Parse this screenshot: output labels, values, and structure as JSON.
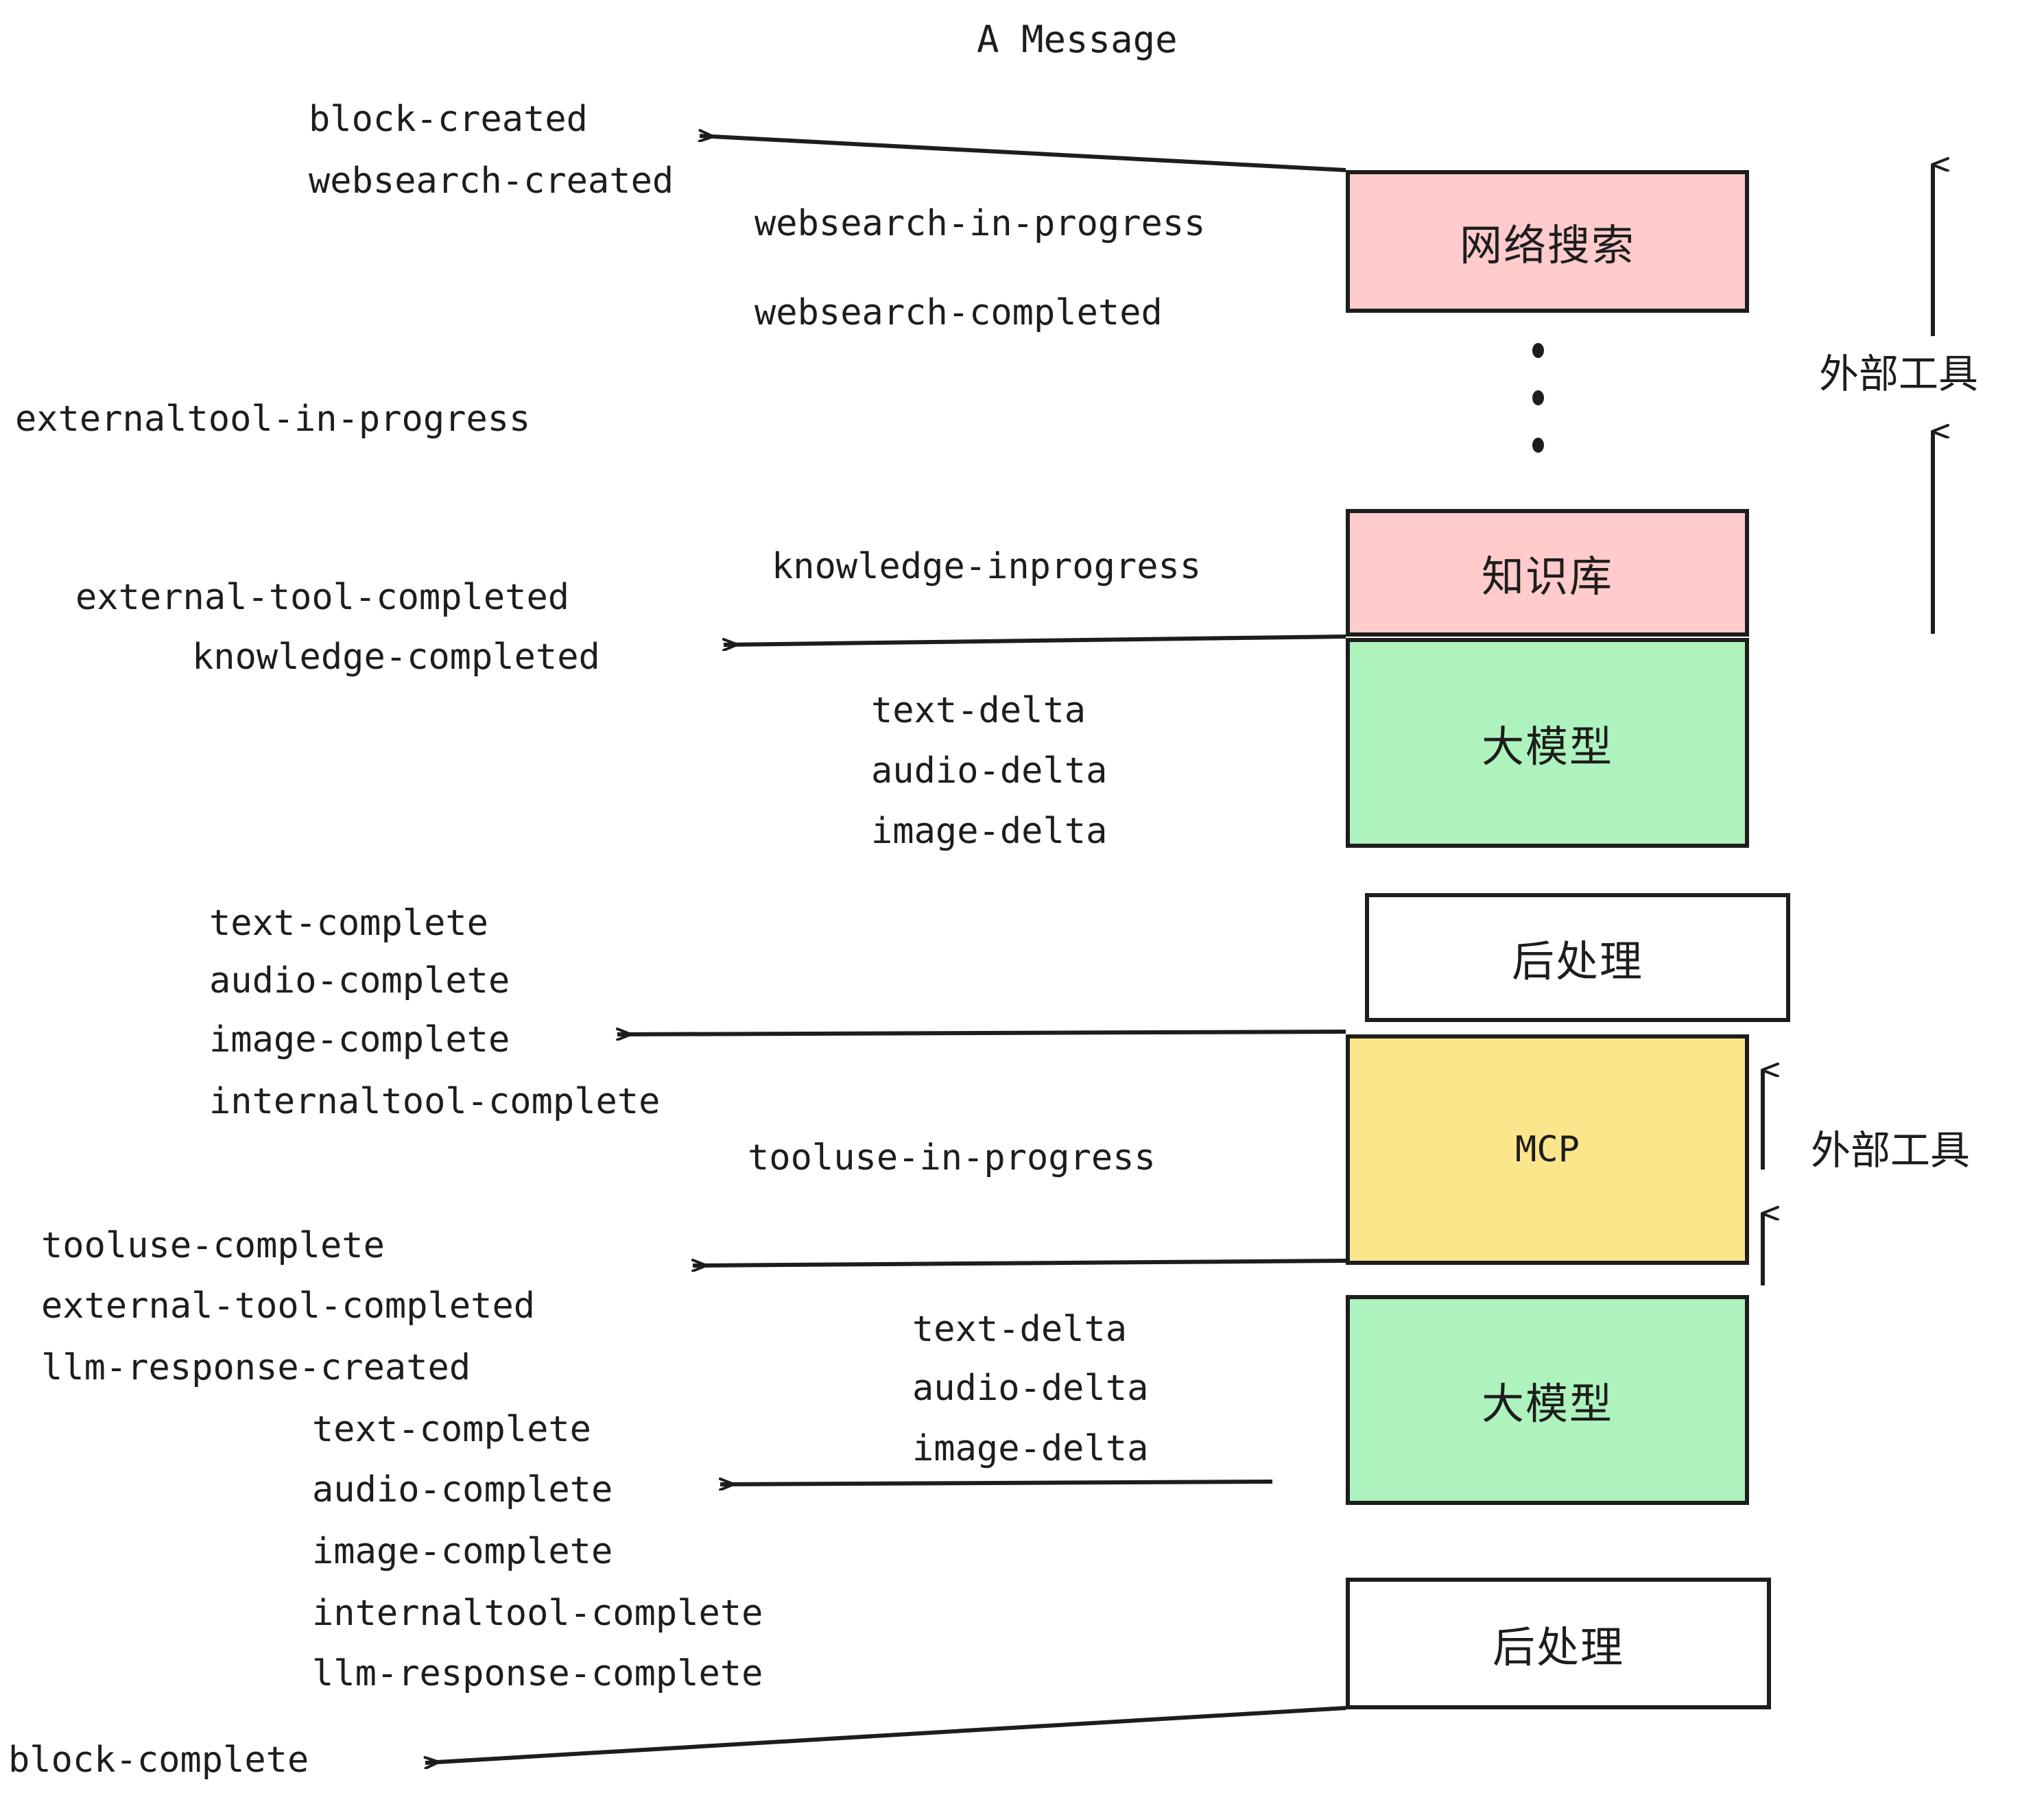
{
  "title": "A Message",
  "colors": {
    "pink": "#FFCBCB",
    "green": "#AEF2BD",
    "yellow": "#FBE68C",
    "white": "#FFFFFF",
    "stroke": "#1d1d1d",
    "text": "#1d1d1d"
  },
  "nodes": [
    {
      "id": "websearch",
      "label": "网络搜索",
      "fill": "#FFCBCB",
      "latin": false
    },
    {
      "id": "knowledge",
      "label": "知识库",
      "fill": "#FFCBCB",
      "latin": false
    },
    {
      "id": "llm-1",
      "label": "大模型",
      "fill": "#AEF2BD",
      "latin": false
    },
    {
      "id": "postprocess-1",
      "label": "后处理",
      "fill": "#FFFFFF",
      "latin": false
    },
    {
      "id": "mcp",
      "label": "MCP",
      "fill": "#FBE68C",
      "latin": true
    },
    {
      "id": "llm-2",
      "label": "大模型",
      "fill": "#AEF2BD",
      "latin": false
    },
    {
      "id": "postprocess-2",
      "label": "后处理",
      "fill": "#FFFFFF",
      "latin": false
    }
  ],
  "side_labels": [
    {
      "id": "external-tools-top",
      "text": "外部工具"
    },
    {
      "id": "external-tools-bottom",
      "text": "外部工具"
    }
  ],
  "events": [
    {
      "id": "block-created",
      "text": "block-created"
    },
    {
      "id": "websearch-created",
      "text": "websearch-created"
    },
    {
      "id": "websearch-in-progress",
      "text": "websearch-in-progress"
    },
    {
      "id": "websearch-completed",
      "text": "websearch-completed"
    },
    {
      "id": "externaltool-in-progress",
      "text": "externaltool-in-progress"
    },
    {
      "id": "knowledge-inprogress",
      "text": "knowledge-inprogress"
    },
    {
      "id": "external-tool-completed-1",
      "text": "external-tool-completed"
    },
    {
      "id": "knowledge-completed",
      "text": "knowledge-completed"
    },
    {
      "id": "text-delta-1",
      "text": "text-delta"
    },
    {
      "id": "audio-delta-1",
      "text": "audio-delta"
    },
    {
      "id": "image-delta-1",
      "text": "image-delta"
    },
    {
      "id": "text-complete-1",
      "text": "text-complete"
    },
    {
      "id": "audio-complete-1",
      "text": "audio-complete"
    },
    {
      "id": "image-complete-1",
      "text": "image-complete"
    },
    {
      "id": "internaltool-complete-1",
      "text": "internaltool-complete"
    },
    {
      "id": "tooluse-in-progress",
      "text": "tooluse-in-progress"
    },
    {
      "id": "tooluse-complete",
      "text": "tooluse-complete"
    },
    {
      "id": "external-tool-completed-2",
      "text": "external-tool-completed"
    },
    {
      "id": "llm-response-created",
      "text": "llm-response-created"
    },
    {
      "id": "text-delta-2",
      "text": "text-delta"
    },
    {
      "id": "audio-delta-2",
      "text": "audio-delta"
    },
    {
      "id": "image-delta-2",
      "text": "image-delta"
    },
    {
      "id": "text-complete-2",
      "text": "text-complete"
    },
    {
      "id": "audio-complete-2",
      "text": "audio-complete"
    },
    {
      "id": "image-complete-2",
      "text": "image-complete"
    },
    {
      "id": "internaltool-complete-2",
      "text": "internaltool-complete"
    },
    {
      "id": "llm-response-complete",
      "text": "llm-response-complete"
    },
    {
      "id": "block-complete",
      "text": "block-complete"
    }
  ]
}
